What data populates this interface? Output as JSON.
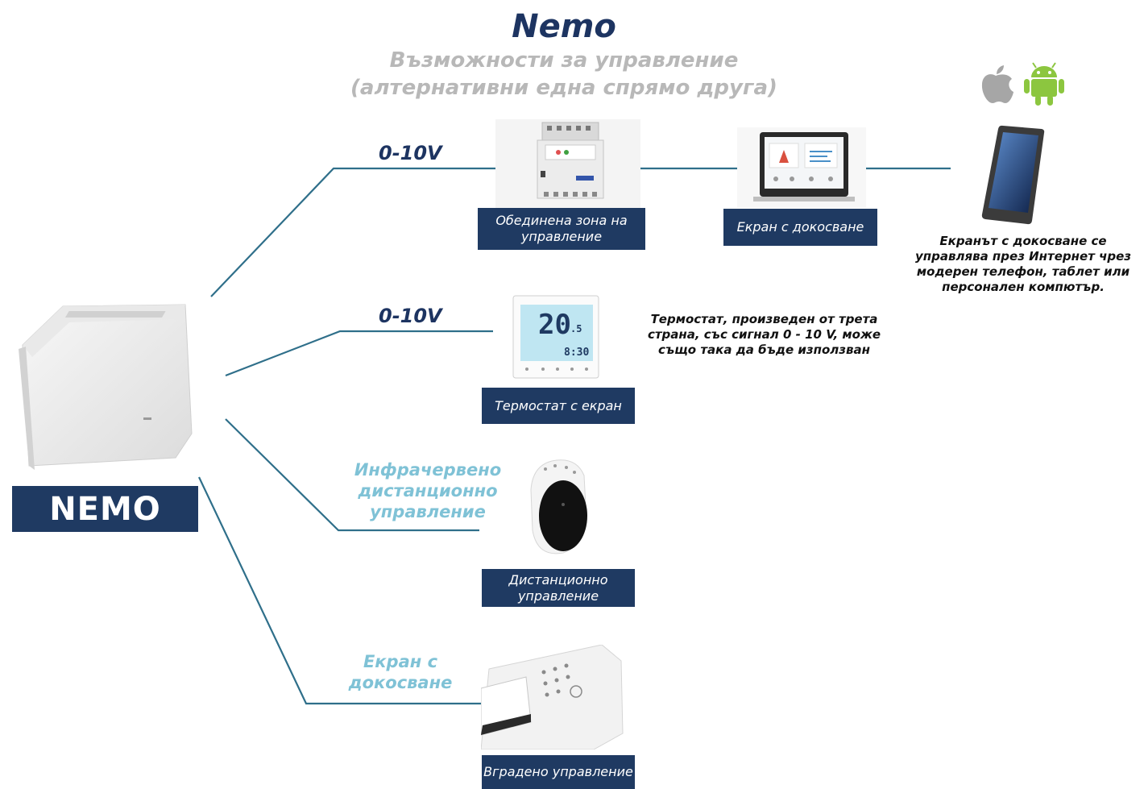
{
  "header": {
    "title": "Nemo",
    "subtitle_line1": "Възможности за управление",
    "subtitle_line2": "(алтернативни една спрямо друга)"
  },
  "unit": {
    "label": "NEMO"
  },
  "branches": {
    "zone": {
      "signal": "0-10V",
      "caption": "Обединена зона на управление"
    },
    "touch": {
      "caption": "Екран с докосване"
    },
    "phone": {
      "note": "Екранът с докосване се управлява през Интернет чрез модерен телефон, таблет или персонален компютър."
    },
    "thermostat": {
      "signal": "0-10V",
      "caption": "Термостат с екран",
      "display_temp": "20",
      "display_decimal": ".5",
      "display_time": "8:30",
      "note": "Термостат, произведен от трета страна, със сигнал 0 - 10 V, може също така да бъде използван"
    },
    "remote": {
      "label": "Инфрачервено дистанционно управление",
      "caption": "Дистанционно управление"
    },
    "builtin": {
      "label": "Екран с докосване",
      "caption": "Вградено управление"
    }
  },
  "colors": {
    "navy": "#1f3a62",
    "line": "#2f6f8a",
    "teal": "#7fc2d6",
    "android": "#8cc63f"
  },
  "icons": [
    "apple-icon",
    "android-icon"
  ]
}
